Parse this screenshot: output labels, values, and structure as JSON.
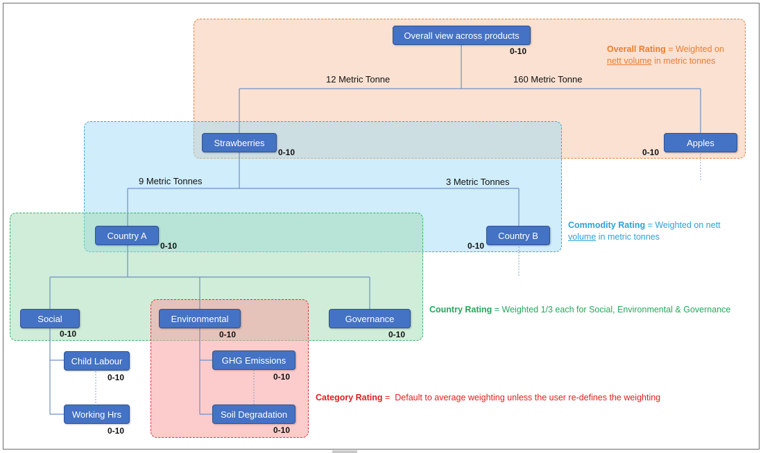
{
  "nodes": {
    "overall": {
      "label": "Overall view across products",
      "range": "0-10"
    },
    "strawberries": {
      "label": "Strawberries",
      "range": "0-10"
    },
    "apples": {
      "label": "Apples",
      "range": "0-10"
    },
    "country_a": {
      "label": "Country A",
      "range": "0-10"
    },
    "country_b": {
      "label": "Country B",
      "range": "0-10"
    },
    "social": {
      "label": "Social",
      "range": "0-10"
    },
    "environmental": {
      "label": "Environmental",
      "range": "0-10"
    },
    "governance": {
      "label": "Governance",
      "range": "0-10"
    },
    "child_labour": {
      "label": "Child Labour",
      "range": "0-10"
    },
    "working_hrs": {
      "label": "Working Hrs",
      "range": "0-10"
    },
    "ghg_emissions": {
      "label": "GHG Emissions",
      "range": "0-10"
    },
    "soil_degradation": {
      "label": "Soil Degradation",
      "range": "0-10"
    }
  },
  "edges": {
    "strawberries_volume": "12 Metric Tonne",
    "apples_volume": "160 Metric Tonne",
    "country_a_volume": "9 Metric Tonnes",
    "country_b_volume": "3 Metric Tonnes"
  },
  "notes": {
    "overall": {
      "title": "Overall Rating",
      "pre": " = Weighted on ",
      "underline": "nett volume",
      "post": " in metric tonnes"
    },
    "commodity": {
      "title": "Commodity Rating",
      "pre": " = Weighted on nett ",
      "underline": "volume",
      "post": " in metric tonnes"
    },
    "country": {
      "title": "Country Rating",
      "text": " = Weighted 1/3 each for Social, Environmental & Governance"
    },
    "category": {
      "title": "Category Rating",
      "text": " =  Default to average weighting unless the user re-defines the weighting"
    }
  },
  "colors": {
    "overall": "#ed7d31",
    "commodity": "#3aa7d6",
    "country": "#3ab26a",
    "category": "#e03131",
    "node": "#4472c4"
  }
}
